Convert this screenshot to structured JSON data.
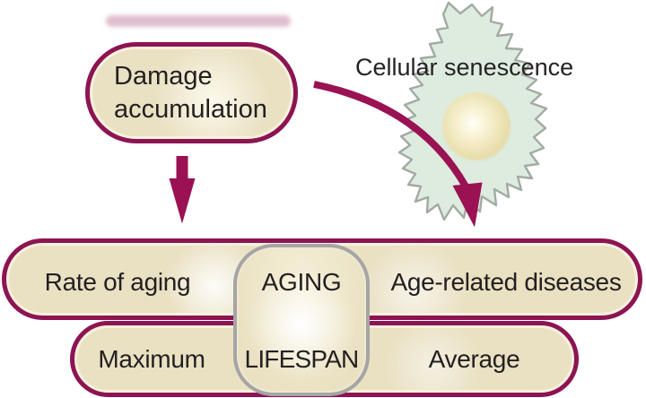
{
  "diagram": {
    "damage_box_label": "Damage accumulation",
    "cellular_senescence_label": "Cellular senescence",
    "aging_row": {
      "left": "Rate of aging",
      "center": "AGING",
      "right": "Age-related diseases"
    },
    "lifespan_row": {
      "left": "Maximum",
      "center": "LIFESPAN",
      "right": "Average"
    }
  },
  "icons": {
    "down_arrow": "straight maroon arrow from damage box to aging row",
    "curved_arrow": "curved maroon arrow from damage box through senescent cell to age-related diseases",
    "cell": "senescent cell blob with nucleus"
  },
  "colors": {
    "maroon_border": "#8d1452",
    "arrow_maroon": "#9a1253",
    "pill_fill": "#eae1c3",
    "gray_connector_border": "#a5a5a5",
    "cell_fill": "#ddecdf",
    "cell_outline": "#a2aaa3",
    "nucleus_edge": "#e4d9a6",
    "text": "#242021"
  }
}
